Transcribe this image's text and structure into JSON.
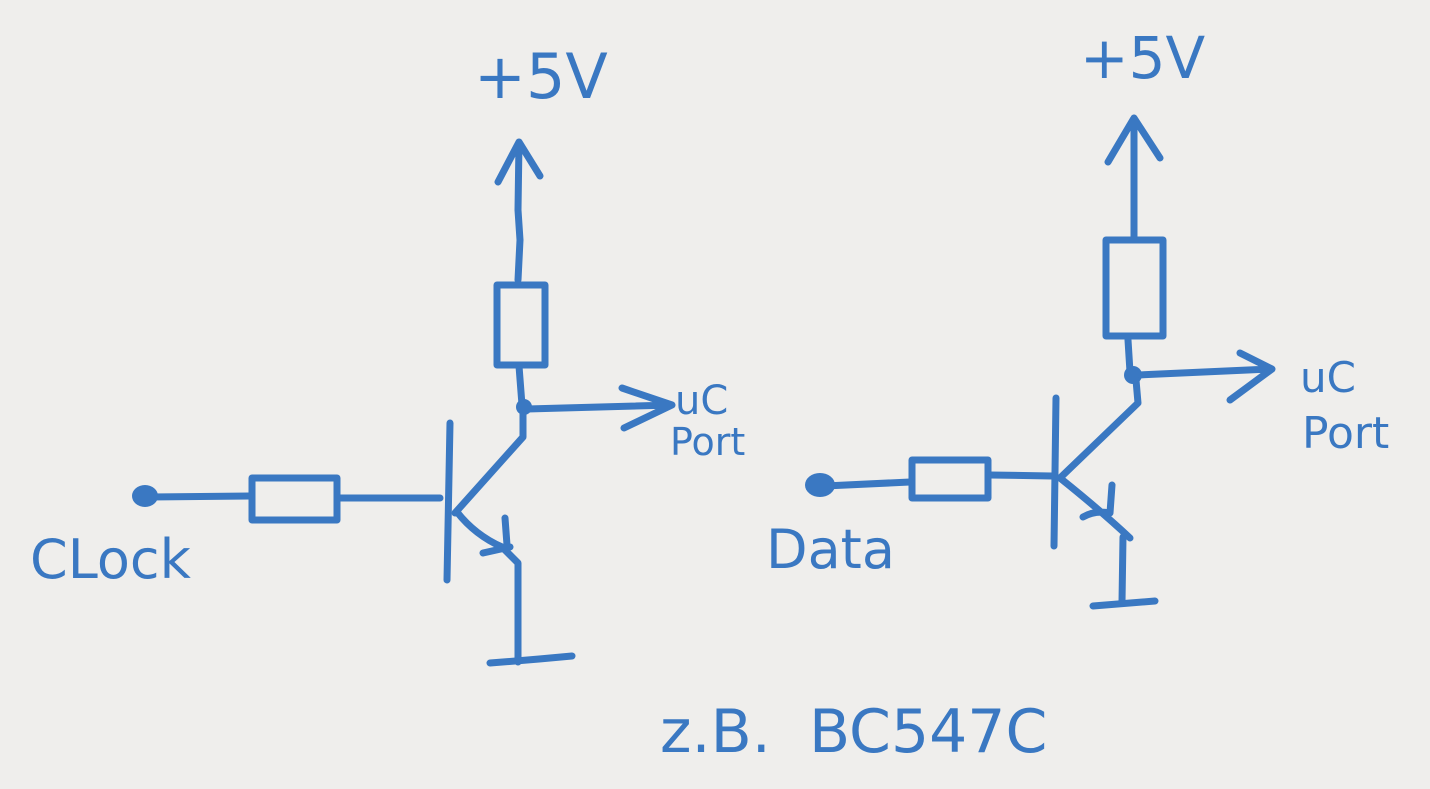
{
  "diagram": {
    "type": "hand-drawn transistor switch schematic",
    "ink_color": "#3a78c2",
    "background_color": "#efeeec",
    "circuits": [
      {
        "id": "left",
        "supply_label": "+5V",
        "input_label": "CLock",
        "output_label_line1": "uC",
        "output_label_line2": "Port",
        "components": [
          "base resistor",
          "NPN transistor",
          "collector pull-up resistor"
        ]
      },
      {
        "id": "right",
        "supply_label": "+5V",
        "input_label": "Data",
        "output_label_line1": "uC",
        "output_label_line2": "Port",
        "components": [
          "base resistor",
          "NPN transistor",
          "collector pull-up resistor"
        ]
      }
    ],
    "part_note": "z.B.  BC547C"
  }
}
